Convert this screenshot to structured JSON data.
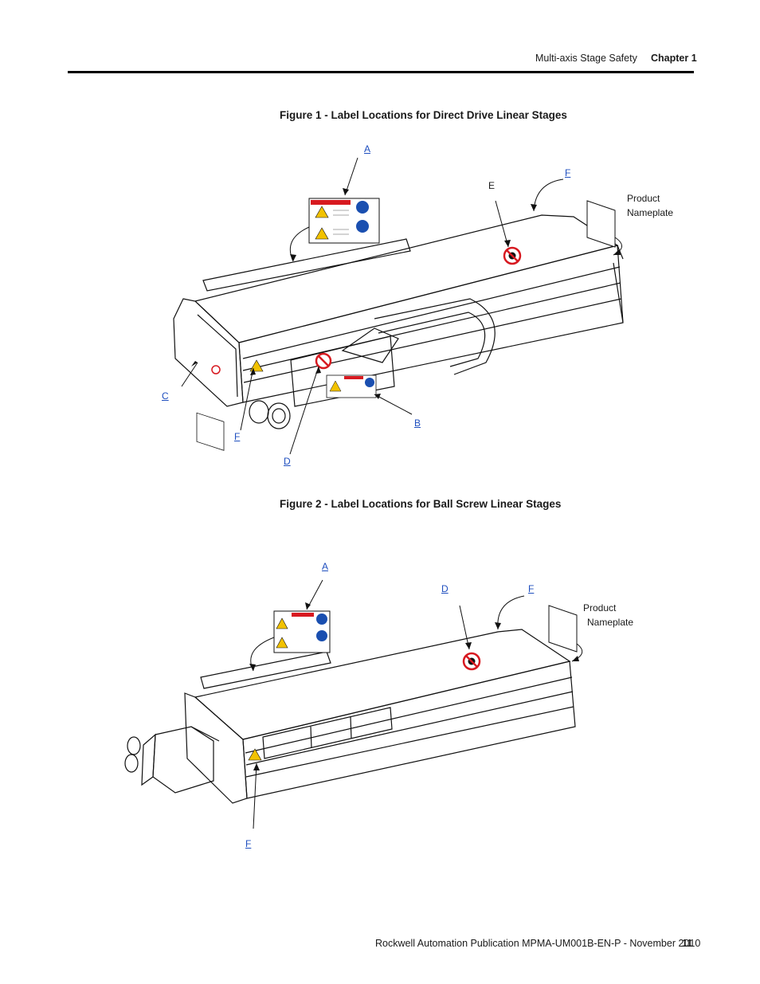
{
  "header": {
    "section": "Multi-axis Stage Safety",
    "chapter": "Chapter 1"
  },
  "figure1": {
    "title": "Figure 1 - Label Locations for Direct Drive Linear Stages",
    "callouts": {
      "a": "A",
      "b": "B",
      "c": "C",
      "d": "D",
      "e": "E",
      "f_top": "F",
      "f_bottom": "F"
    },
    "nameplate": {
      "line1": "Product",
      "line2": "Nameplate"
    }
  },
  "figure2": {
    "title": "Figure 2 - Label Locations for Ball Screw Linear Stages",
    "callouts": {
      "a": "A",
      "d": "D",
      "f_top": "F",
      "f_bottom": "F"
    },
    "nameplate": {
      "line1": "Product",
      "line2": "Nameplate"
    }
  },
  "footer": {
    "publication": "Rockwell Automation Publication MPMA-UM001B-EN-P - November 2010",
    "page_number": "11"
  },
  "colors": {
    "link": "#1f4fbf",
    "warning_yellow": "#f2c200",
    "mandatory_blue": "#1a4fb0",
    "prohibition_red": "#d71920"
  }
}
